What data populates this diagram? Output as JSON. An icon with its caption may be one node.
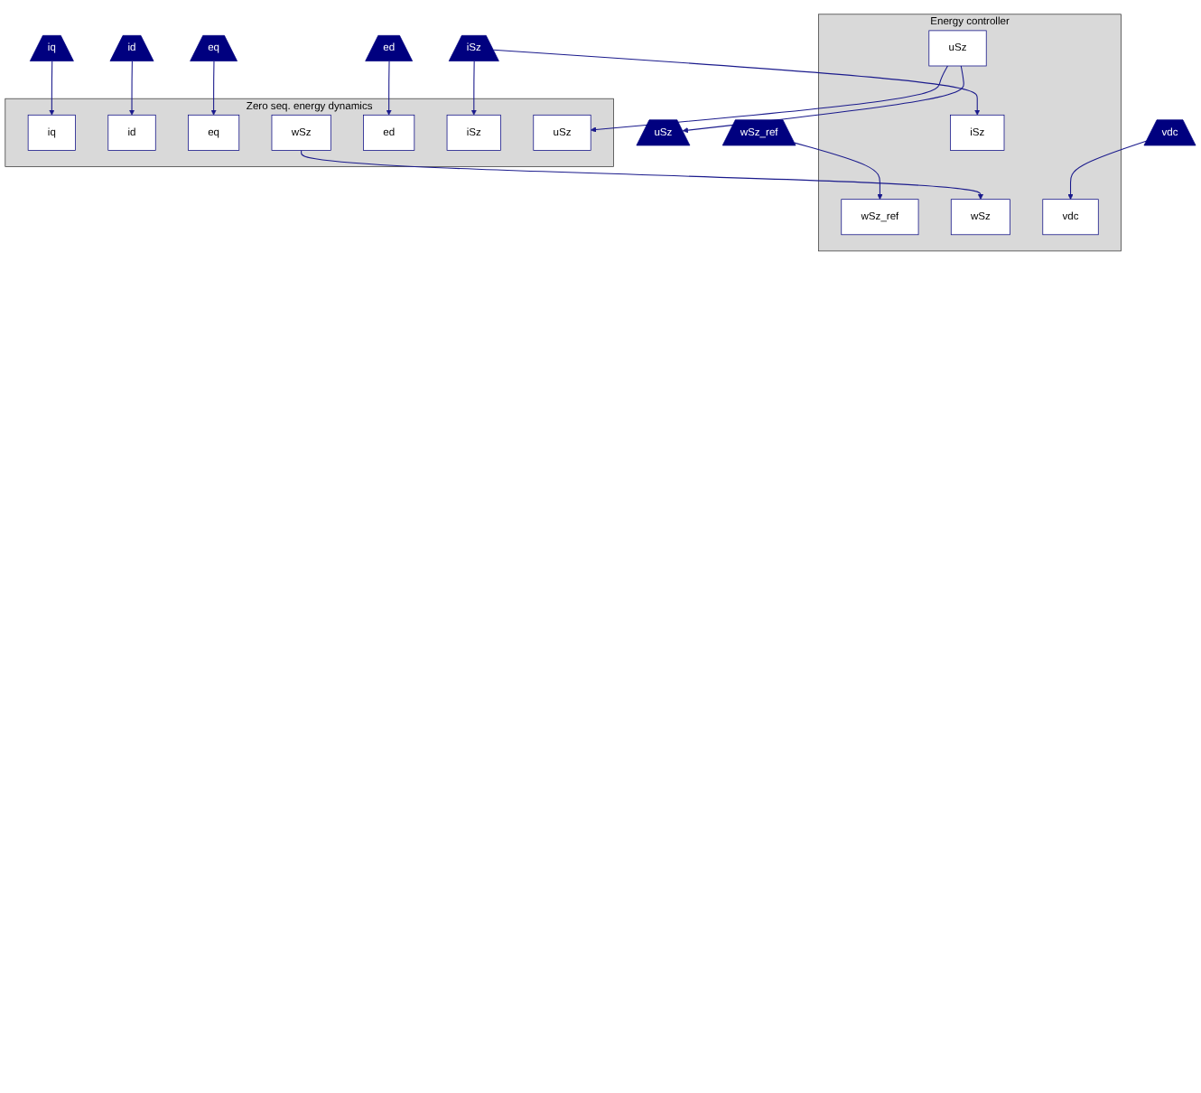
{
  "diagram": {
    "nodes": [
      {
        "text": [
          "iq"
        ]
      },
      {
        "text": [
          "id"
        ]
      },
      {
        "text": [
          "eq"
        ]
      },
      {
        "text": [
          "ed"
        ]
      },
      {
        "text": [
          "Zero seq. energy dynamics"
        ]
      },
      {
        "text": [
          "iq"
        ],
        "in": 4
      },
      {
        "text": [
          "id"
        ],
        "in": 4
      },
      {
        "text": [
          "eq"
        ],
        "in": 4
      },
      {
        "text": [
          "ed"
        ],
        "in": 4
      },
      {
        "text": [
          "wSz"
        ],
        "in": 4
      },
      {
        "text": [
          "uSz"
        ],
        "in": 4
      },
      {
        "text": [
          "iSz"
        ],
        "in": 4
      },
      {
        "text": [
          "iSz"
        ]
      },
      {
        "text": [
          "uSz"
        ]
      },
      {
        "text": [
          "wSz_ref"
        ]
      },
      {
        "text": [
          "vdc"
        ]
      },
      {
        "text": [
          "Energy controller"
        ]
      },
      {
        "text": [
          "wSz_ref"
        ],
        "in": 16
      },
      {
        "text": [
          "wSz"
        ],
        "in": 16
      },
      {
        "text": [
          "iSz"
        ],
        "in": 16
      },
      {
        "text": [
          "vdc"
        ],
        "in": 16
      },
      {
        "text": [
          "uSz"
        ],
        "in": 16
      }
    ],
    "edges": [
      {
        "from": 0,
        "to": 5,
        "arrow": "to"
      },
      {
        "from": 1,
        "to": 6,
        "arrow": "to"
      },
      {
        "from": 2,
        "to": 7,
        "arrow": "to"
      },
      {
        "from": 3,
        "to": 8,
        "arrow": "to"
      },
      {
        "from": 9,
        "to": 18,
        "arrow": "to"
      },
      {
        "from": 21,
        "to": 10,
        "arrow": "to"
      },
      {
        "from": 21,
        "to": 13,
        "arrow": "to"
      },
      {
        "from": 12,
        "to": 11,
        "arrow": "to"
      },
      {
        "from": 12,
        "to": 19,
        "arrow": "to"
      },
      {
        "from": 14,
        "to": 17,
        "arrow": "to"
      },
      {
        "from": 15,
        "to": 20,
        "arrow": "to"
      }
    ]
  }
}
